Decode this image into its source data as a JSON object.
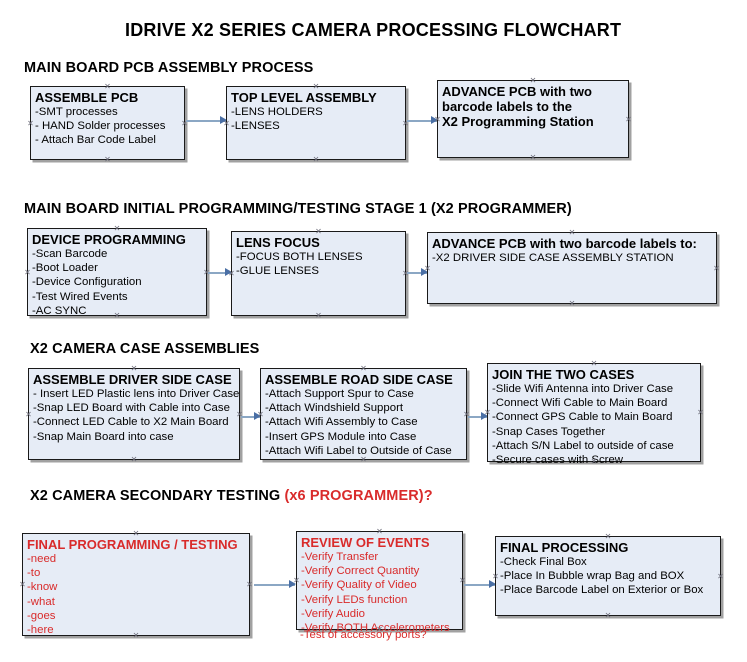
{
  "document": {
    "title": "IDRIVE X2  SERIES CAMERA PROCESSING FLOWCHART",
    "accent_color": "#d92b2b",
    "node_fill": "#e6ecf6",
    "connector_color": "#8ba7c4"
  },
  "sections": [
    {
      "heading": "MAIN BOARD PCB ASSEMBLY PROCESS",
      "heading_accent": "",
      "nodes": [
        {
          "title": "ASSEMBLE PCB",
          "lines": [
            "-SMT processes",
            "- HAND Solder processes",
            "- Attach Bar Code Label"
          ]
        },
        {
          "title": "TOP LEVEL ASSEMBLY",
          "lines": [
            "-LENS HOLDERS",
            "-LENSES"
          ]
        },
        {
          "title": "ADVANCE PCB with two",
          "lines": [
            "barcode labels to the",
            " X2 Programming Station"
          ]
        }
      ]
    },
    {
      "heading": "MAIN BOARD INITIAL PROGRAMMING/TESTING STAGE 1 (X2 PROGRAMMER)",
      "heading_accent": "",
      "nodes": [
        {
          "title": "DEVICE PROGRAMMING",
          "lines": [
            "-Scan Barcode",
            "-Boot Loader",
            "-Device Configuration",
            "-Test Wired Events",
            "-AC SYNC"
          ]
        },
        {
          "title": "LENS FOCUS",
          "lines": [
            "-FOCUS BOTH LENSES",
            "-GLUE LENSES"
          ]
        },
        {
          "title": "ADVANCE PCB with two barcode labels to:",
          "lines": [
            "-X2 DRIVER  SIDE  CASE  ASSEMBLY STATION"
          ]
        }
      ]
    },
    {
      "heading": "X2 CAMERA CASE ASSEMBLIES",
      "heading_accent": "",
      "nodes": [
        {
          "title": "ASSEMBLE DRIVER SIDE CASE",
          "lines": [
            "- Insert LED Plastic lens into Driver Case",
            "-Snap LED Board with Cable into Case",
            "-Connect LED Cable to X2 Main Board",
            "-Snap Main Board into case"
          ]
        },
        {
          "title": "ASSEMBLE ROAD SIDE CASE",
          "lines": [
            "-Attach Support Spur to Case",
            "-Attach Windshield Support",
            "-Attach Wifi Assembly to Case",
            "-Insert GPS Module into Case",
            "-Attach Wifi Label to Outside of Case"
          ]
        },
        {
          "title": "JOIN THE TWO CASES",
          "lines": [
            "-Slide Wifi Antenna into Driver Case",
            "-Connect Wifi Cable to Main Board",
            "-Connect GPS Cable to Main Board",
            "-Snap Cases Together",
            "-Attach S/N Label to outside of case",
            "-Secure cases with Screw"
          ]
        }
      ]
    },
    {
      "heading": "X2 CAMERA SECONDARY TESTING",
      "heading_accent": "(x6 PROGRAMMER)?",
      "nodes": [
        {
          "title": "FINAL PROGRAMMING / TESTING",
          "lines": [
            "-need",
            "-to",
            "-know",
            "-what",
            "-goes",
            "-here"
          ]
        },
        {
          "title": "REVIEW OF EVENTS",
          "lines": [
            "-Verify Transfer",
            "-Verify Correct Quantity",
            "-Verify Quality of Video",
            "-Verify LEDs function",
            "-Verify Audio",
            "-Verify BOTH Accelerometers"
          ],
          "overflow_line": "-Test of accessory ports?"
        },
        {
          "title": "FINAL PROCESSING",
          "lines": [
            " -Check Final Box",
            "-Place In Bubble wrap Bag and BOX",
            "-Place Barcode Label on Exterior or Box"
          ]
        }
      ]
    }
  ]
}
